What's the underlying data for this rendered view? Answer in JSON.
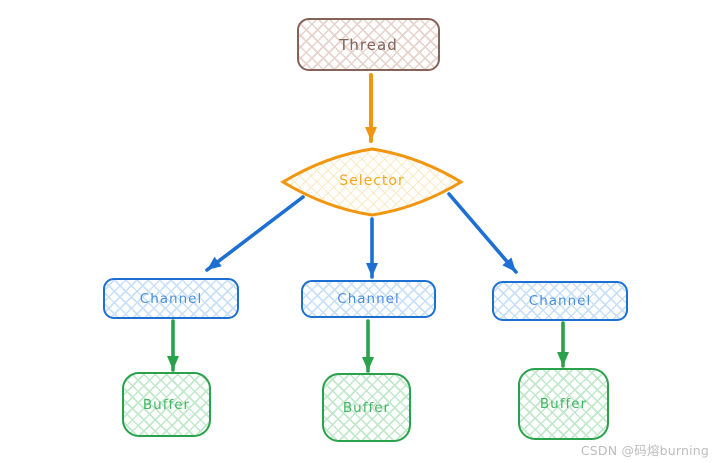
{
  "diagram": {
    "title_hint": "Flume-style fan-out: Thread -> Selector -> Channels -> Buffers",
    "nodes": {
      "thread": {
        "label": "Thread",
        "shape": "rounded-rect",
        "color_name": "brown"
      },
      "selector": {
        "label": "Selector",
        "shape": "diamond",
        "color_name": "orange"
      },
      "channel1": {
        "label": "Channel",
        "shape": "rounded-rect",
        "color_name": "blue"
      },
      "channel2": {
        "label": "Channel",
        "shape": "rounded-rect",
        "color_name": "blue"
      },
      "channel3": {
        "label": "Channel",
        "shape": "rounded-rect",
        "color_name": "blue"
      },
      "buffer1": {
        "label": "Buffer",
        "shape": "rounded-rect",
        "color_name": "green"
      },
      "buffer2": {
        "label": "Buffer",
        "shape": "rounded-rect",
        "color_name": "green"
      },
      "buffer3": {
        "label": "Buffer",
        "shape": "rounded-rect",
        "color_name": "green"
      }
    },
    "edges": [
      {
        "from": "thread",
        "to": "selector",
        "arrow_color": "orange"
      },
      {
        "from": "selector",
        "to": "channel1",
        "arrow_color": "blue"
      },
      {
        "from": "selector",
        "to": "channel2",
        "arrow_color": "blue"
      },
      {
        "from": "selector",
        "to": "channel3",
        "arrow_color": "blue"
      },
      {
        "from": "channel1",
        "to": "buffer1",
        "arrow_color": "green"
      },
      {
        "from": "channel2",
        "to": "buffer2",
        "arrow_color": "green"
      },
      {
        "from": "channel3",
        "to": "buffer3",
        "arrow_color": "green"
      }
    ]
  },
  "watermark": {
    "text": "CSDN @码熔burning"
  },
  "colors": {
    "thread-stroke": "#85635a",
    "thread-text": "#85635a",
    "thread-hatch": "#e6d3cc",
    "selector-stroke": "#f2950f",
    "selector-text": "#f5a623",
    "selector-hatch": "#f8e5b4",
    "channel-stroke": "#1d70d2",
    "channel-text": "#4a8fdb",
    "channel-hatch": "#c9e1f8",
    "buffer-stroke": "#2aa14b",
    "buffer-text": "#43b563",
    "buffer-hatch": "#c2e8cc",
    "arrow-orange": "#f2950f",
    "arrow-blue": "#1d70d2",
    "arrow-green": "#2aa14b",
    "watermark-color": "#bdbdbd"
  }
}
